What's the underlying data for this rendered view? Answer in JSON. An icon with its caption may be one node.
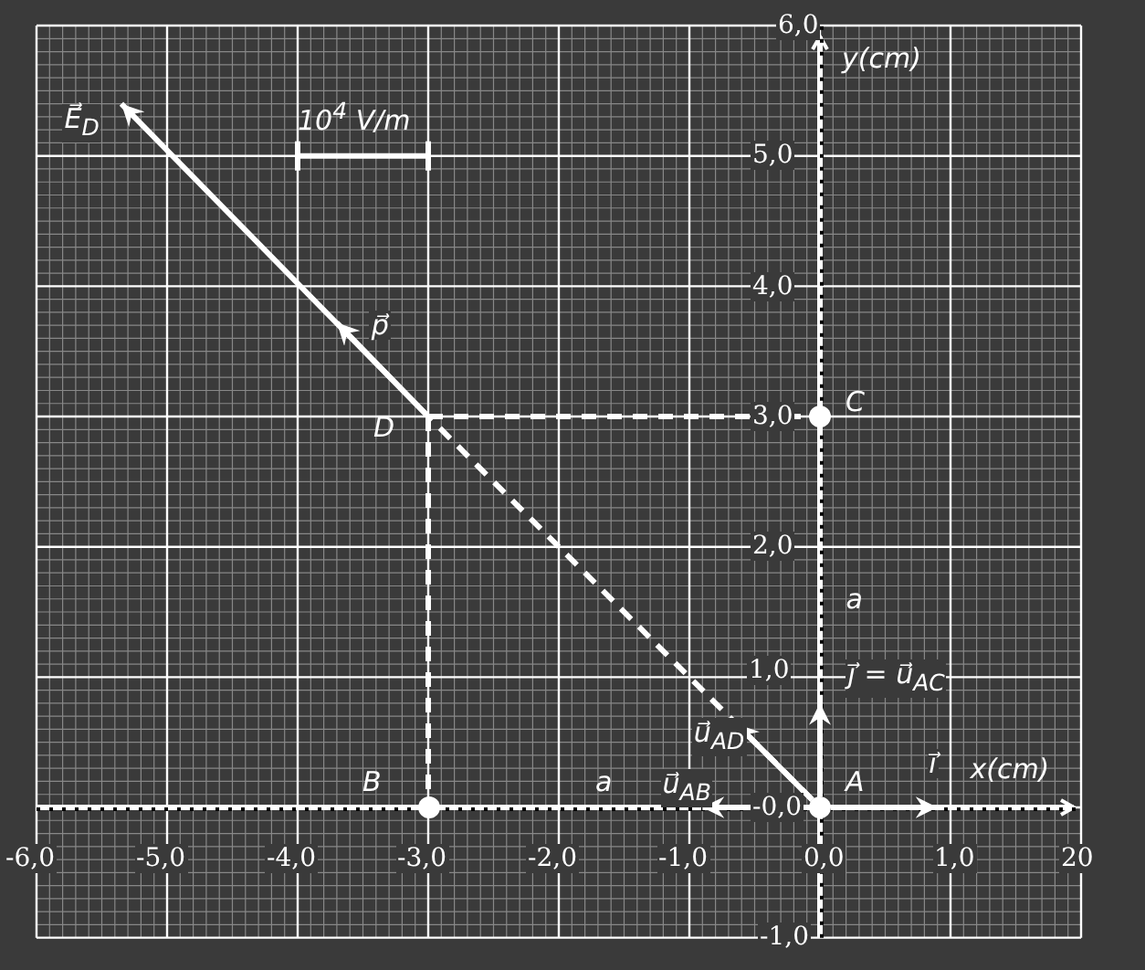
{
  "diagram": {
    "nodes": [
      {
        "text": [
          "A"
        ]
      },
      {
        "text": [
          "B"
        ]
      },
      {
        "text": [
          "C"
        ]
      },
      {
        "text": [
          "D"
        ]
      }
    ],
    "edges": [
      {
        "from": 3,
        "to": 1,
        "arrow": "none",
        "style": "dashed"
      },
      {
        "from": 3,
        "to": 2,
        "arrow": "none",
        "style": "dashed"
      },
      {
        "from": 0,
        "to": 3,
        "arrow": "none",
        "style": "dashed"
      },
      {
        "from": 0,
        "to": null,
        "arrow": "to",
        "label": "u⃗$_{AD}$"
      },
      {
        "from": 0,
        "to": null,
        "arrow": "to",
        "label": "u⃗$_{AB}$"
      },
      {
        "from": 0,
        "to": null,
        "arrow": "to",
        "label": "j⃗ = u⃗$_{AC}$"
      },
      {
        "from": 0,
        "to": null,
        "arrow": "to",
        "label": "i⃗"
      },
      {
        "from": 3,
        "to": null,
        "arrow": "to",
        "label": "E⃗$_{D}$"
      },
      {
        "from": 3,
        "to": null,
        "arrow": "to",
        "label": "p⃗"
      }
    ],
    "labels": [
      "6,0",
      "y(cm)",
      "10$^{4}$ V/m",
      "5,0",
      "4,0",
      "3,0",
      "2,0",
      "a",
      "1,0",
      "x(cm)",
      "a",
      "-0,0",
      "-6,0",
      "-5,0",
      "-4,0",
      "-3,0",
      "-2,0",
      "-1,0",
      "0,0",
      "1,0",
      "20",
      "-1,0"
    ]
  }
}
